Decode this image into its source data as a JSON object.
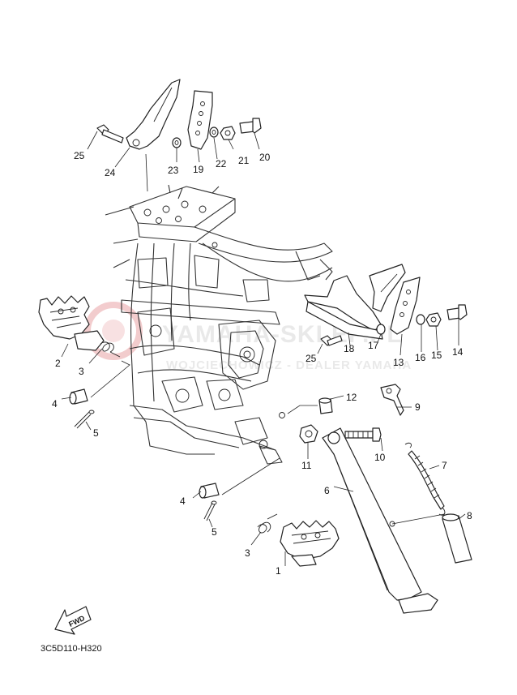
{
  "watermark": {
    "main_text": "YAMAHA-SKLEP.PL",
    "sub_text": "WOJCIECHOWICZ - DEALER YAMAHA",
    "color": "#e9a3a6"
  },
  "diagram_code": "3C5D110-H320",
  "fwd_label": "FWD",
  "callouts": [
    {
      "id": "c1",
      "label": "1"
    },
    {
      "id": "c2",
      "label": "2"
    },
    {
      "id": "c3a",
      "label": "3"
    },
    {
      "id": "c3b",
      "label": "3"
    },
    {
      "id": "c4a",
      "label": "4"
    },
    {
      "id": "c4b",
      "label": "4"
    },
    {
      "id": "c5a",
      "label": "5"
    },
    {
      "id": "c5b",
      "label": "5"
    },
    {
      "id": "c6",
      "label": "6"
    },
    {
      "id": "c7",
      "label": "7"
    },
    {
      "id": "c8",
      "label": "8"
    },
    {
      "id": "c9",
      "label": "9"
    },
    {
      "id": "c10",
      "label": "10"
    },
    {
      "id": "c11",
      "label": "11"
    },
    {
      "id": "c12",
      "label": "12"
    },
    {
      "id": "c13",
      "label": "13"
    },
    {
      "id": "c14",
      "label": "14"
    },
    {
      "id": "c15",
      "label": "15"
    },
    {
      "id": "c16",
      "label": "16"
    },
    {
      "id": "c17",
      "label": "17"
    },
    {
      "id": "c18",
      "label": "18"
    },
    {
      "id": "c19",
      "label": "19"
    },
    {
      "id": "c20",
      "label": "20"
    },
    {
      "id": "c21",
      "label": "21"
    },
    {
      "id": "c22",
      "label": "22"
    },
    {
      "id": "c23",
      "label": "23"
    },
    {
      "id": "c24",
      "label": "24"
    },
    {
      "id": "c25a",
      "label": "25"
    },
    {
      "id": "c25b",
      "label": "25"
    }
  ]
}
